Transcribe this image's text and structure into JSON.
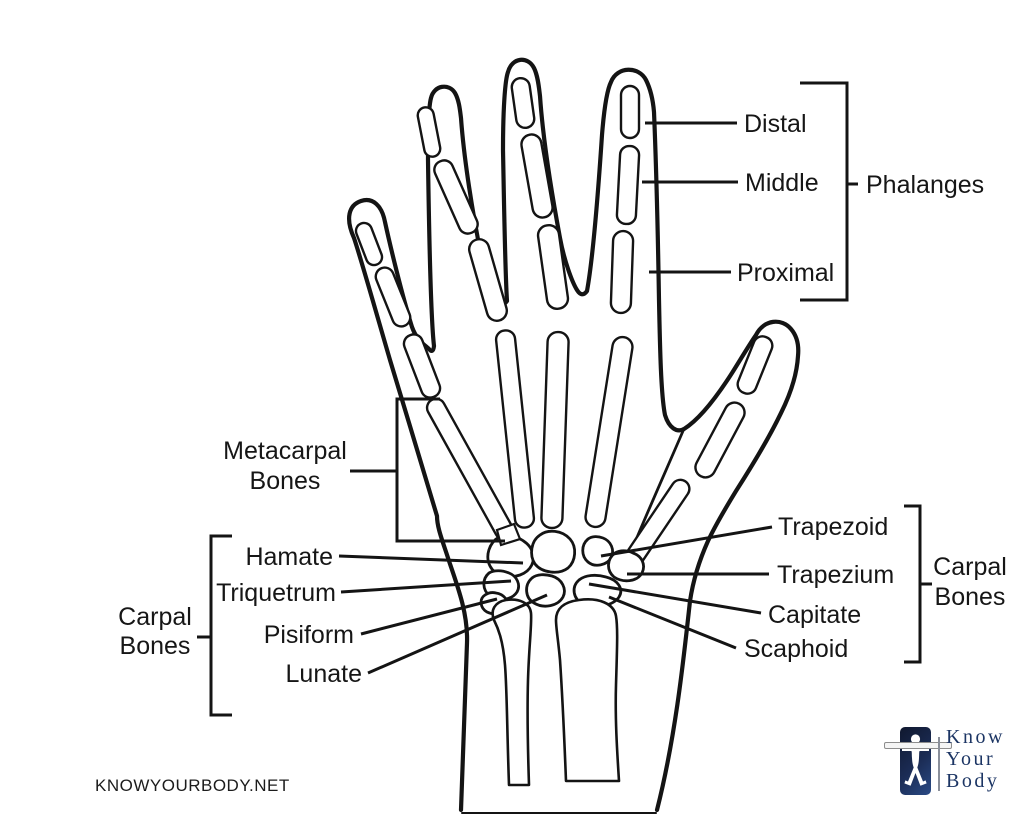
{
  "diagram": {
    "ink_color": "#141414",
    "background_color": "#ffffff",
    "labels": {
      "distal": "Distal",
      "middle": "Middle",
      "proximal": "Proximal",
      "phalanges": "Phalanges",
      "metacarpal_line1": "Metacarpal",
      "metacarpal_line2": "Bones",
      "hamate": "Hamate",
      "triquetrum": "Triquetrum",
      "pisiform": "Pisiform",
      "lunate": "Lunate",
      "carpal_left_line1": "Carpal",
      "carpal_left_line2": "Bones",
      "trapezoid": "Trapezoid",
      "trapezium": "Trapezium",
      "capitate": "Capitate",
      "scaphoid": "Scaphoid",
      "carpal_right_line1": "Carpal",
      "carpal_right_line2": "Bones"
    }
  },
  "footer": {
    "website": "KNOWYOURBODY.NET"
  },
  "logo": {
    "line1": "Know",
    "line2": "Your",
    "line3": "Body",
    "navy_color": "#1c3564",
    "box_gradient_top": "#10182e",
    "box_gradient_bottom": "#2a4a85",
    "icons": {
      "figure": "human-figure-icon",
      "tape": "measuring-tape-icon"
    }
  }
}
